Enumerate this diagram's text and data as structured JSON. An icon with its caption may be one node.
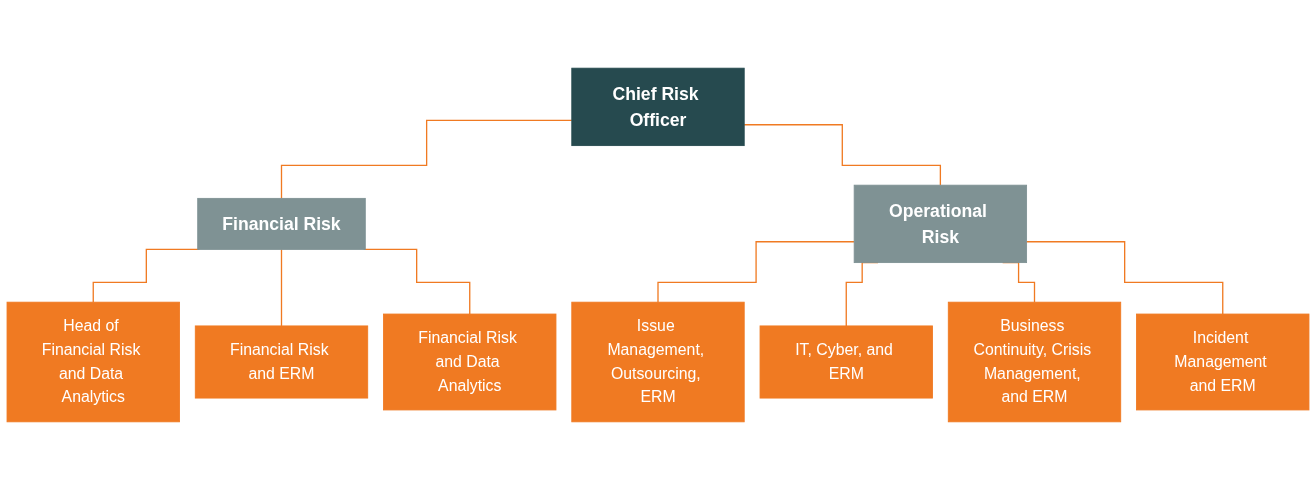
{
  "diagram": {
    "nodes": [
      {
        "text": [
          "Chief Risk Officer"
        ]
      },
      {
        "text": [
          "Financial Risk"
        ]
      },
      {
        "text": [
          "Operational Risk"
        ]
      },
      {
        "text": [
          "Head of Financial Risk and Data Analytics"
        ]
      },
      {
        "text": [
          "Financial Risk and ERM"
        ]
      },
      {
        "text": [
          "Financial Risk and Data Analytics"
        ]
      },
      {
        "text": [
          "Issue Management, Outsourcing, ERM"
        ]
      },
      {
        "text": [
          "IT, Cyber, and ERM"
        ]
      },
      {
        "text": [
          "Business Continuity, Crisis Management, and ERM"
        ]
      },
      {
        "text": [
          "Incident Management and ERM"
        ]
      }
    ],
    "edges": [
      {
        "from": 0,
        "to": 1,
        "arrow": "none"
      },
      {
        "from": 0,
        "to": 2,
        "arrow": "none"
      },
      {
        "from": 1,
        "to": 3,
        "arrow": "none"
      },
      {
        "from": 1,
        "to": 4,
        "arrow": "none"
      },
      {
        "from": 1,
        "to": 5,
        "arrow": "none"
      },
      {
        "from": 2,
        "to": 6,
        "arrow": "none"
      },
      {
        "from": 2,
        "to": 7,
        "arrow": "none"
      },
      {
        "from": 2,
        "to": 8,
        "arrow": "none"
      },
      {
        "from": 2,
        "to": 9,
        "arrow": "none"
      }
    ]
  }
}
